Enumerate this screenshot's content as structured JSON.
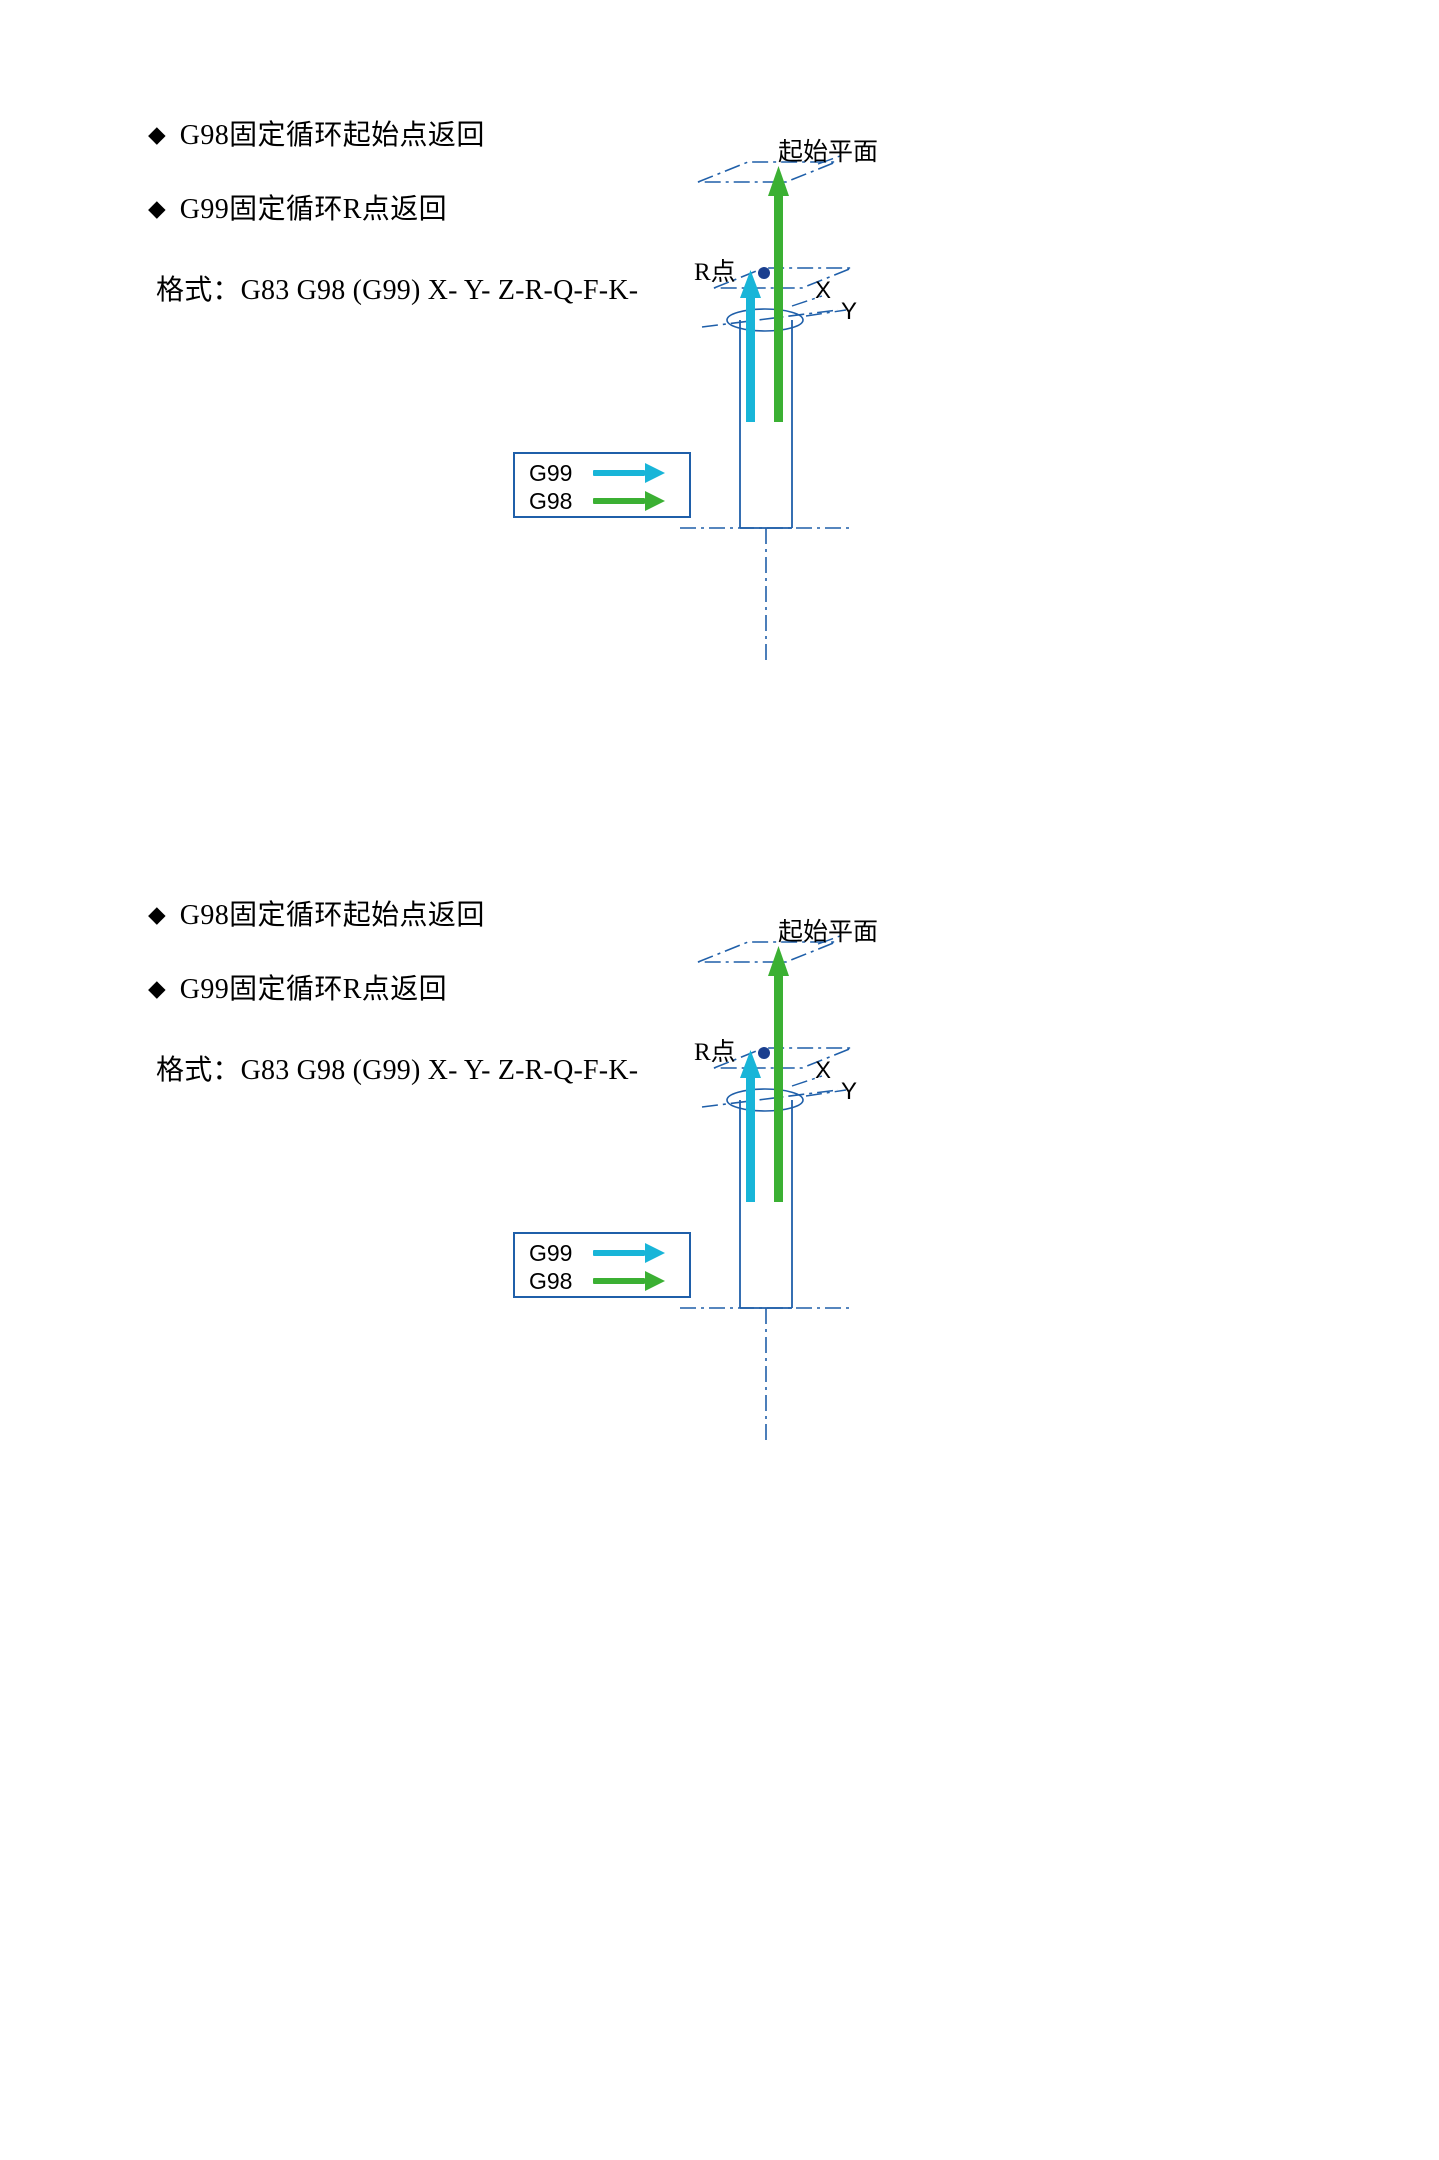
{
  "document": {
    "language": "zh-CN",
    "page_background": "#ffffff"
  },
  "colors": {
    "g99_cyan": "#18b5d8",
    "g98_green": "#3bb033",
    "legend_border": "#1f5fa9",
    "centerline_blue": "#1f5fa9",
    "outline_blue": "#1f5fa9",
    "point_navy": "#1b3f8f",
    "text_black": "#000000"
  },
  "blocks": [
    {
      "id": "block-1",
      "bullets": [
        {
          "mark": "◆",
          "text": "G98固定循环起始点返回"
        },
        {
          "mark": "◆",
          "text": "G99固定循环R点返回"
        }
      ],
      "format_line": "格式：G83 G98 (G99) X- Y- Z-R-Q-F-K-",
      "legend": {
        "rows": [
          {
            "label": "G99",
            "arrow_color": "#18b5d8"
          },
          {
            "label": "G98",
            "arrow_color": "#3bb033"
          }
        ]
      },
      "diagram_labels": {
        "start_plane": "起始平面",
        "r_point": "R点",
        "axis_x": "X",
        "axis_y": "Y"
      }
    },
    {
      "id": "block-2",
      "bullets": [
        {
          "mark": "◆",
          "text": "G98固定循环起始点返回"
        },
        {
          "mark": "◆",
          "text": "G99固定循环R点返回"
        }
      ],
      "format_line": "格式：G83 G98 (G99) X- Y- Z-R-Q-F-K-",
      "legend": {
        "rows": [
          {
            "label": "G99",
            "arrow_color": "#18b5d8"
          },
          {
            "label": "G98",
            "arrow_color": "#3bb033"
          }
        ]
      },
      "diagram_labels": {
        "start_plane": "起始平面",
        "r_point": "R点",
        "axis_x": "X",
        "axis_y": "Y"
      }
    }
  ]
}
